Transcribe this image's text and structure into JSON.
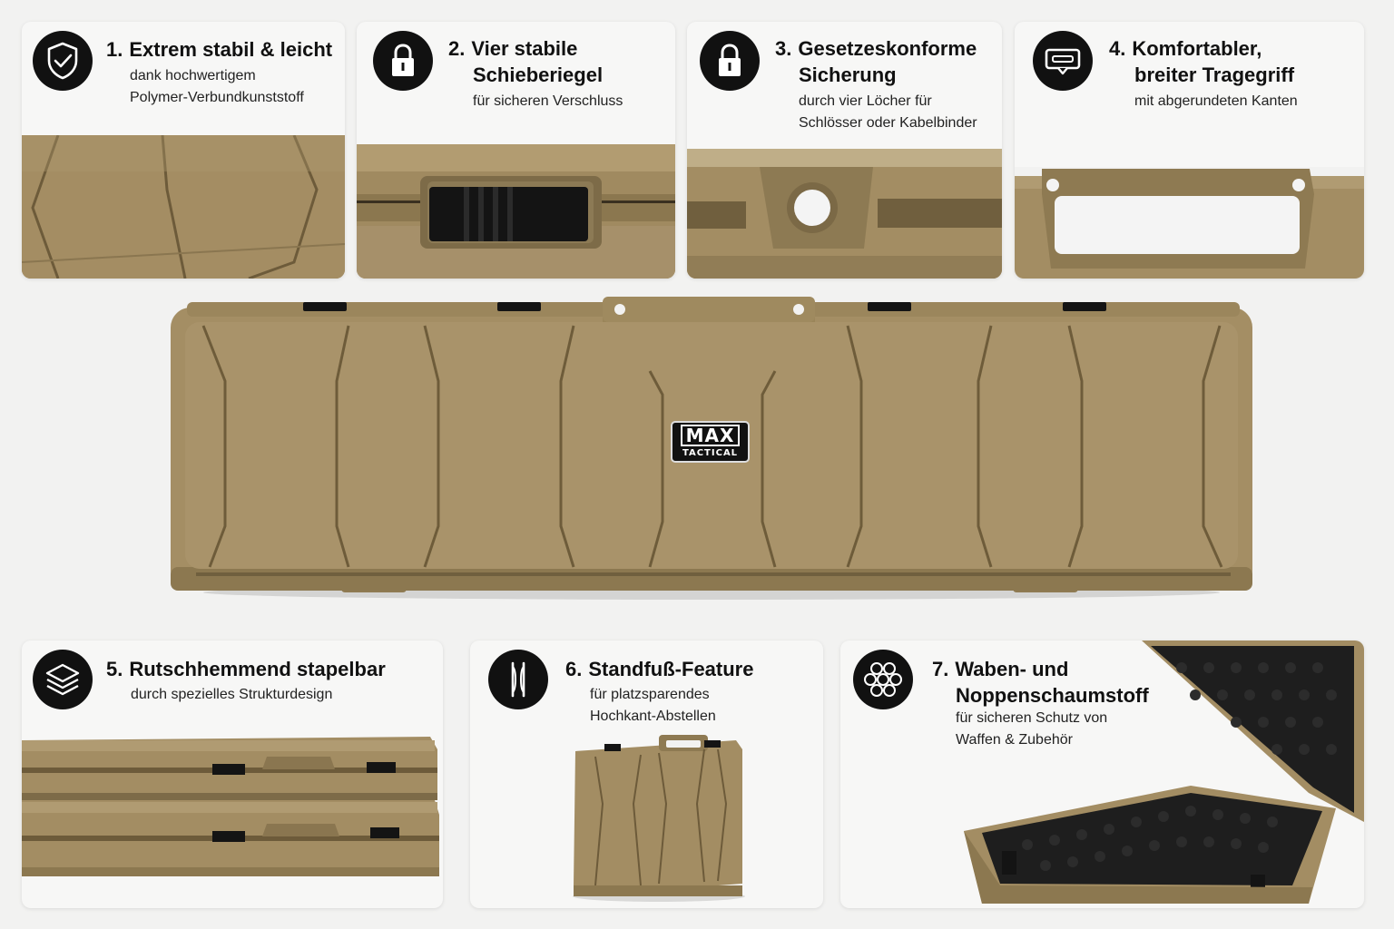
{
  "features": [
    {
      "num": "1.",
      "title_lines": [
        "Extrem stabil & leicht"
      ],
      "sub_lines": [
        "dank hochwertigem",
        "Polymer-Verbundkunststoff"
      ],
      "icon": "shield-check-icon"
    },
    {
      "num": "2.",
      "title_lines": [
        "Vier stabile",
        "Schieberiegel"
      ],
      "sub_lines": [
        "für sicheren Verschluss"
      ],
      "icon": "padlock-icon"
    },
    {
      "num": "3.",
      "title_lines": [
        "Gesetzeskonforme",
        "Sicherung"
      ],
      "sub_lines": [
        "durch vier Löcher für",
        "Schlösser oder Kabelbinder"
      ],
      "icon": "padlock-icon"
    },
    {
      "num": "4.",
      "title_lines": [
        "Komfortabler,",
        "breiter Tragegriff"
      ],
      "sub_lines": [
        "mit abgerundeten Kanten"
      ],
      "icon": "handle-icon"
    },
    {
      "num": "5.",
      "title_lines": [
        "Rutschhemmend stapelbar"
      ],
      "sub_lines": [
        "durch spezielles Strukturdesign"
      ],
      "icon": "layers-icon"
    },
    {
      "num": "6.",
      "title_lines": [
        "Standfuß-Feature"
      ],
      "sub_lines": [
        "für platzsparendes",
        "Hochkant-Abstellen"
      ],
      "icon": "standing-feet-icon"
    },
    {
      "num": "7.",
      "title_lines": [
        "Waben- und",
        "Noppenschaumstoff"
      ],
      "sub_lines": [
        "für sicheren Schutz von",
        "Waffen & Zubehör"
      ],
      "icon": "honeycomb-icon"
    }
  ],
  "brand": {
    "logo_top": "MAX",
    "logo_bottom": "TACTICAL"
  },
  "colors": {
    "case_tan": "#a18b62",
    "case_dark": "#6f5e3c",
    "badge": "#111111",
    "card_bg": "#f7f7f6",
    "foam": "#1e1e1e",
    "latch": "#141414"
  }
}
